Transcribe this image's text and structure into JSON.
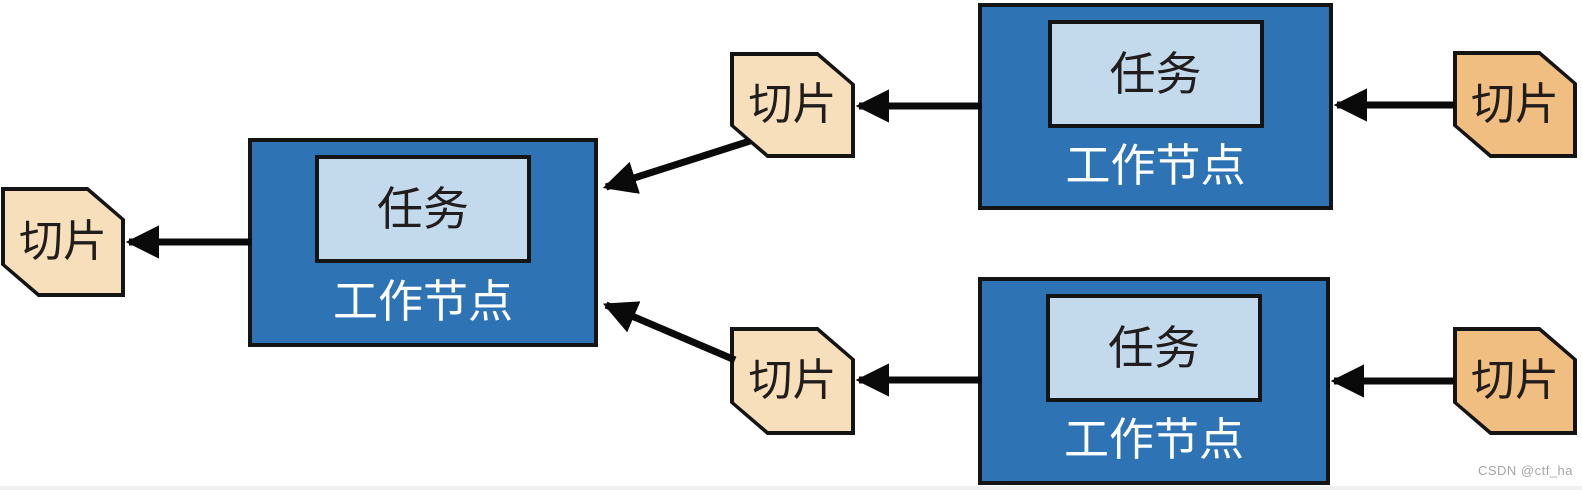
{
  "workers": [
    {
      "id": "worker-left",
      "label": "工作节点",
      "task": "任务"
    },
    {
      "id": "worker-top-right",
      "label": "工作节点",
      "task": "任务"
    },
    {
      "id": "worker-bottom-right",
      "label": "工作节点",
      "task": "任务"
    }
  ],
  "slices": [
    {
      "id": "slice-output-left",
      "label": "切片",
      "variant": "light"
    },
    {
      "id": "slice-intermediate-top",
      "label": "切片",
      "variant": "light"
    },
    {
      "id": "slice-intermediate-bottom",
      "label": "切片",
      "variant": "light"
    },
    {
      "id": "slice-input-top",
      "label": "切片",
      "variant": "dark"
    },
    {
      "id": "slice-input-bottom",
      "label": "切片",
      "variant": "dark"
    }
  ],
  "arrows": [
    {
      "from": "slice-input-top",
      "to": "worker-top-right"
    },
    {
      "from": "worker-top-right",
      "to": "slice-intermediate-top"
    },
    {
      "from": "slice-intermediate-top",
      "to": "worker-left"
    },
    {
      "from": "worker-left",
      "to": "slice-output-left"
    },
    {
      "from": "slice-input-bottom",
      "to": "worker-bottom-right"
    },
    {
      "from": "worker-bottom-right",
      "to": "slice-intermediate-bottom"
    },
    {
      "from": "slice-intermediate-bottom",
      "to": "worker-left"
    }
  ],
  "colors": {
    "worker_fill": "#2E74B5",
    "task_fill": "#C3D9EC",
    "slice_light_fill": "#F8DFBB",
    "slice_dark_fill": "#F0BE80",
    "outline": "#141414",
    "arrow": "#0A0A0A",
    "worker_label_text": "#FFFFFF",
    "dark_text": "#211D1C",
    "watermark_text_color": "#A6A6A6"
  },
  "watermark": {
    "text": "CSDN @ctf_ha"
  }
}
